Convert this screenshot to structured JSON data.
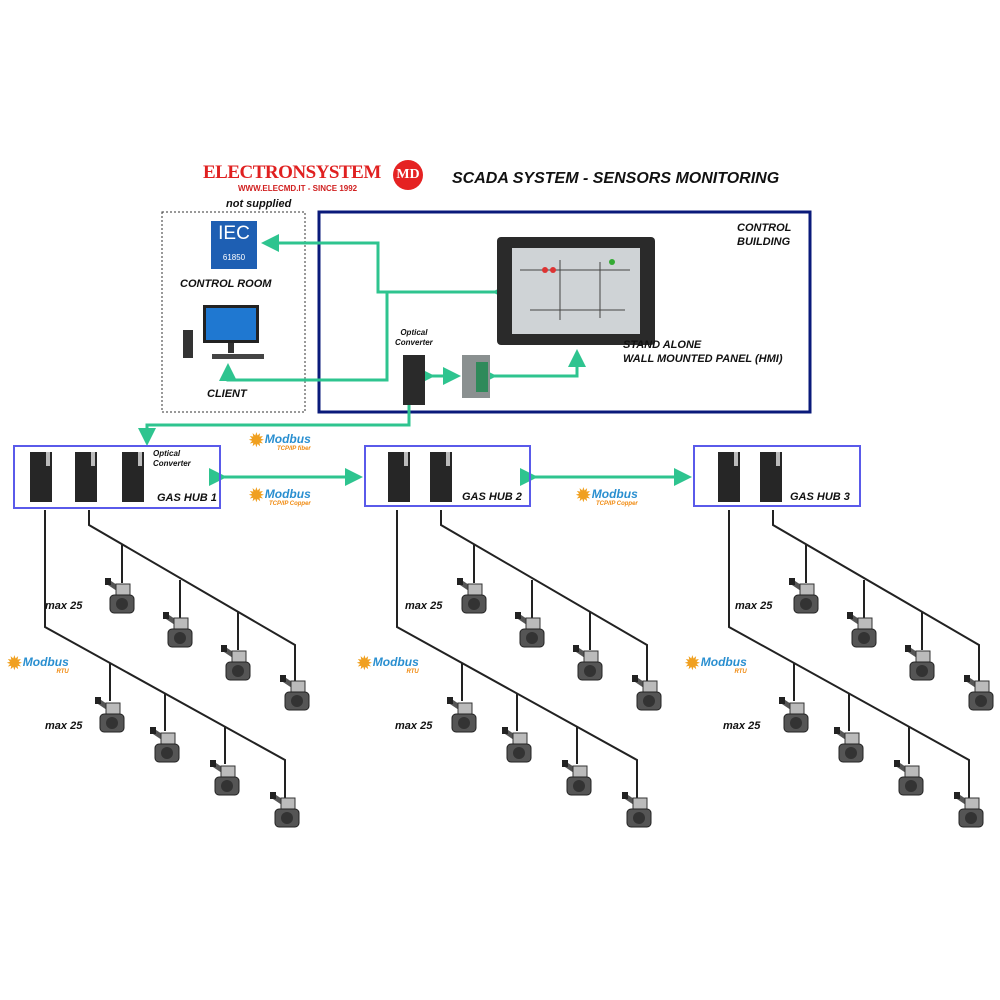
{
  "logo": {
    "brand": "ELECTRONSYSTEM",
    "tagline": "WWW.ELECMD.IT - SINCE 1992",
    "badge": "MD"
  },
  "title": "SCADA SYSTEM - SENSORS MONITORING",
  "control_room": {
    "note": "not supplied",
    "label": "CONTROL ROOM",
    "iec_badge": "IEC",
    "iec_number": "61850",
    "client_label": "CLIENT"
  },
  "control_building": {
    "label_line1": "CONTROL",
    "label_line2": "BUILDING",
    "hmi_line1": "STAND ALONE",
    "hmi_line2": "WALL MOUNTED PANEL (HMI)",
    "converter_line1": "Optical",
    "converter_line2": "Converter"
  },
  "hubs": [
    {
      "label": "GAS HUB 1",
      "converter_line1": "Optical",
      "converter_line2": "Converter"
    },
    {
      "label": "GAS HUB 2"
    },
    {
      "label": "GAS HUB 3"
    }
  ],
  "protocols": {
    "fiber": {
      "name": "Modbus",
      "sub": "TCP/IP fiber"
    },
    "copper": {
      "name": "Modbus",
      "sub": "TCP/IP Copper"
    },
    "rtu": {
      "name": "Modbus",
      "sub": "RTU"
    }
  },
  "max_label": "max 25",
  "colors": {
    "link": "#2ec48f",
    "building_border": "#0a1a7a",
    "hub_border": "#5a5aea",
    "logo_red": "#e02020"
  }
}
